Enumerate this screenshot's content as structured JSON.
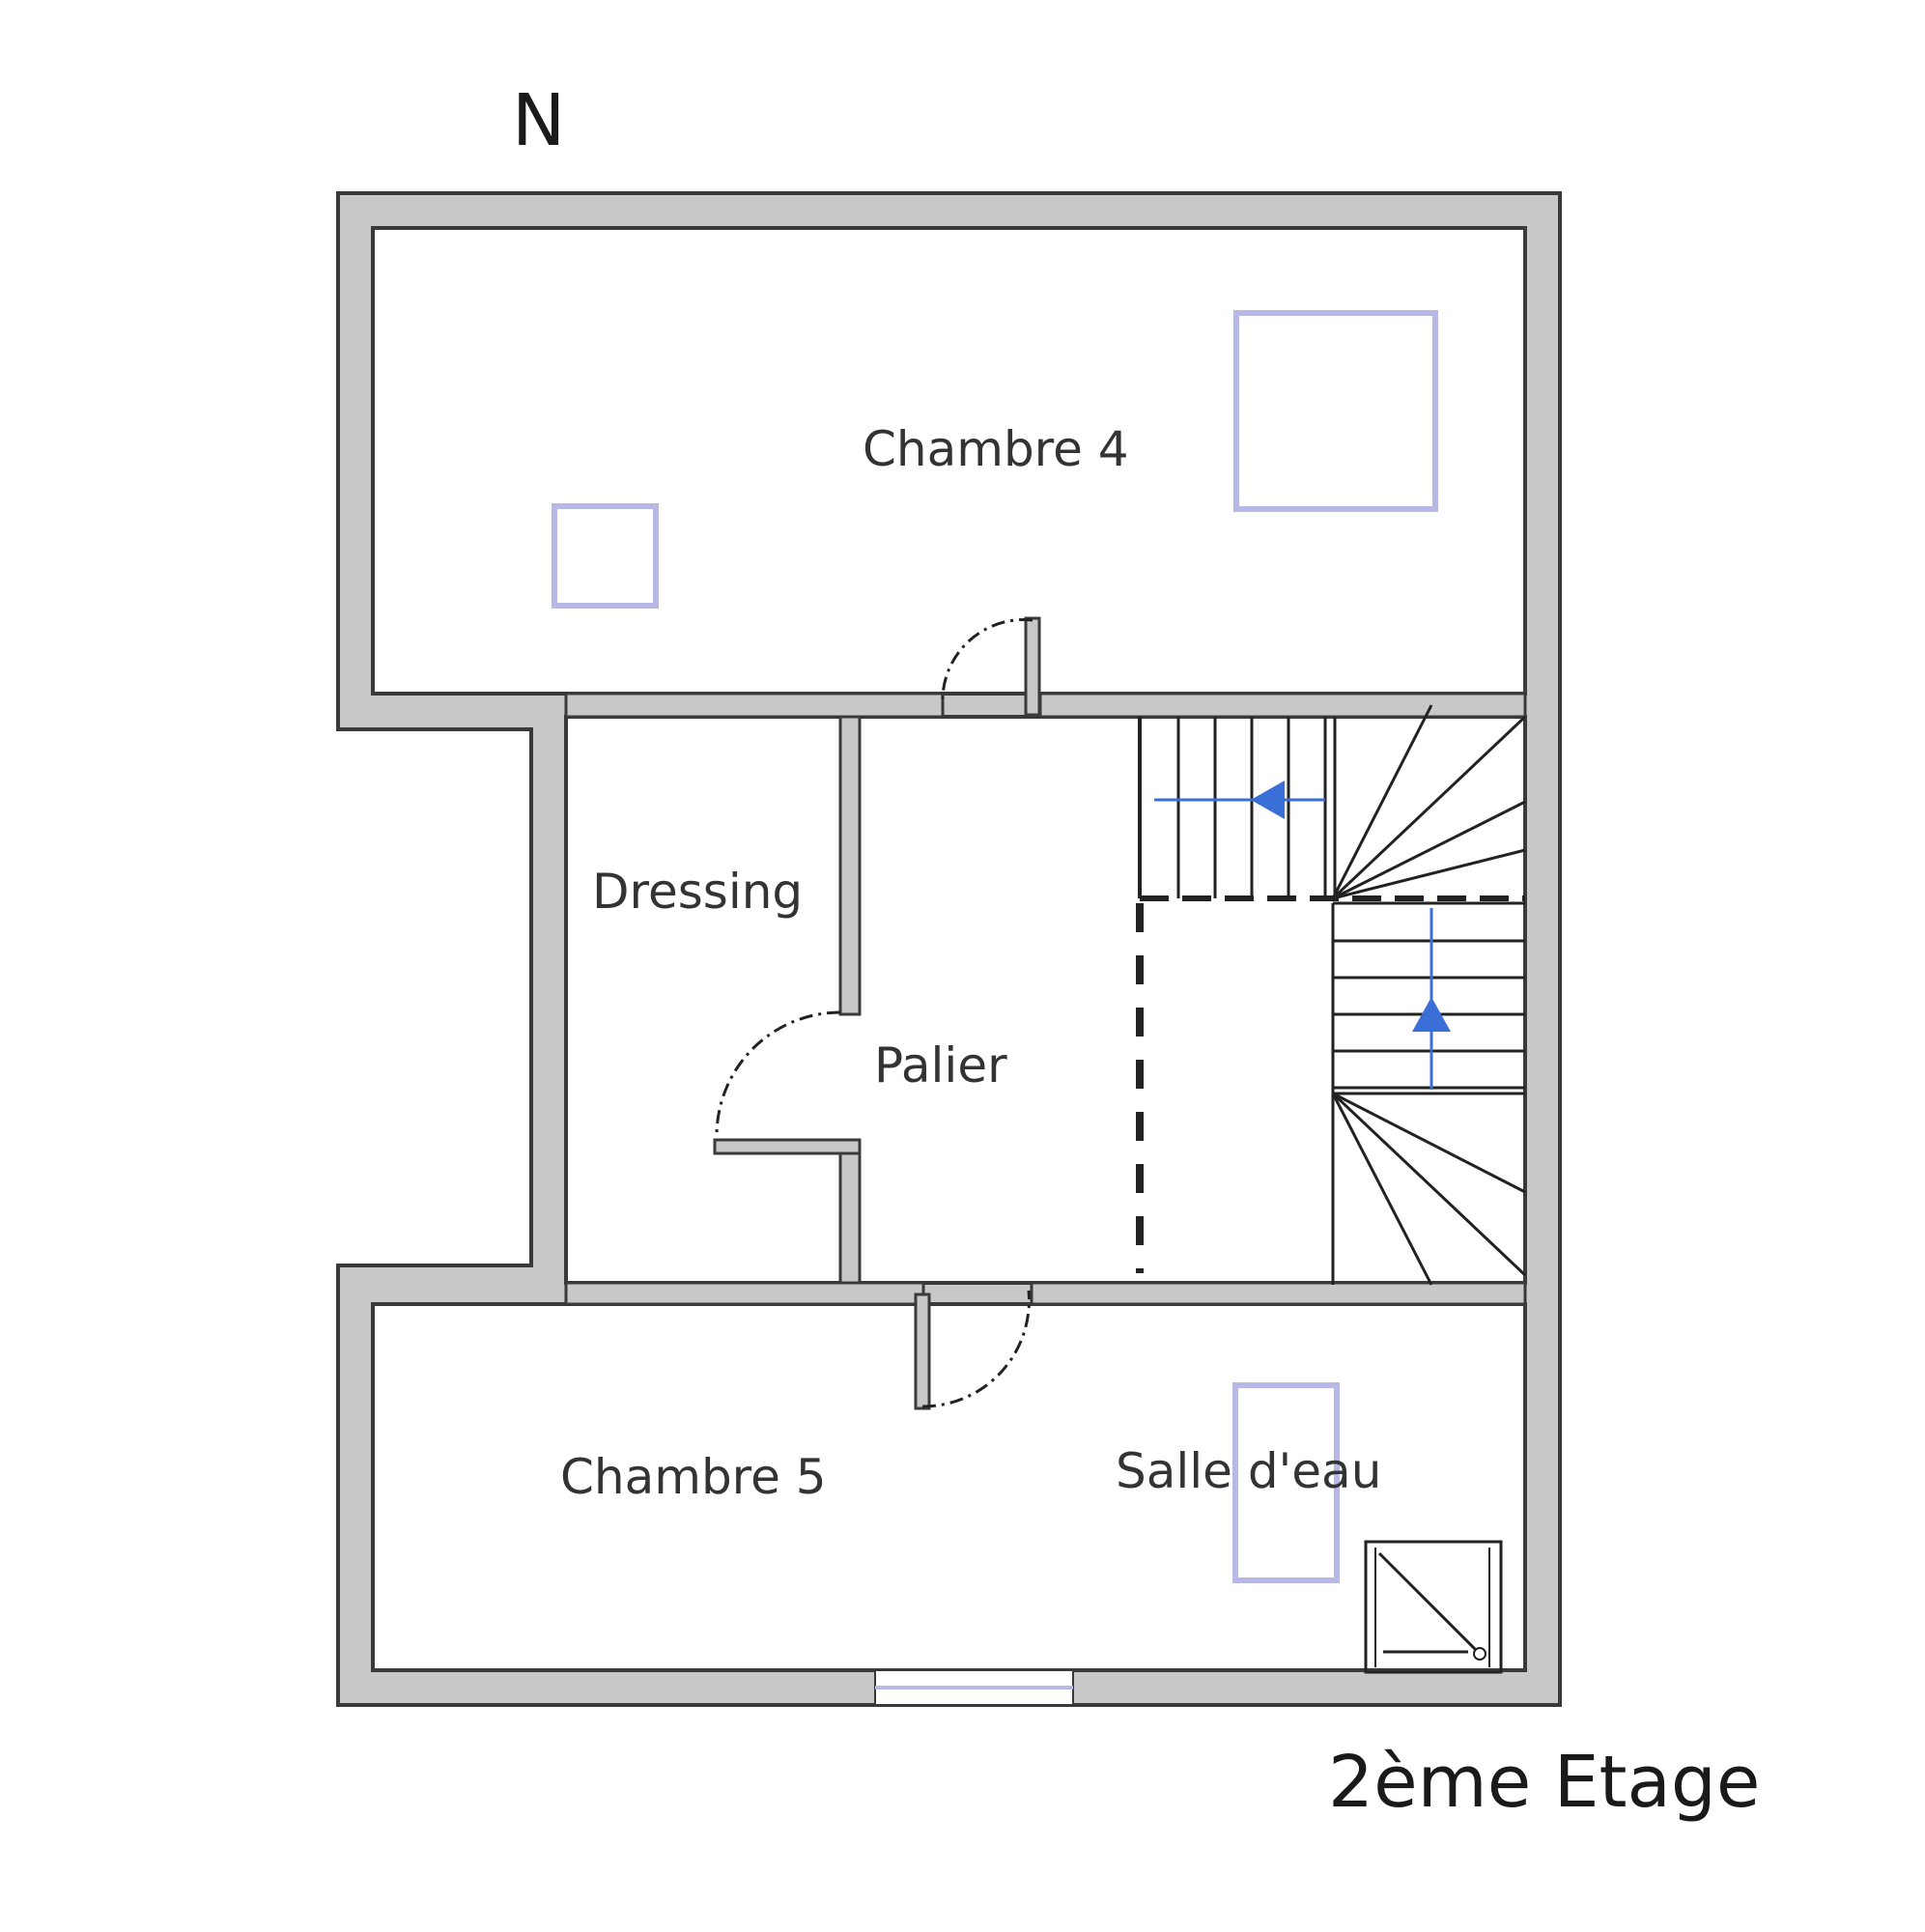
{
  "compass": {
    "label": "N"
  },
  "rooms": {
    "chambre4": "Chambre 4",
    "dressing": "Dressing",
    "palier": "Palier",
    "chambre5": "Chambre 5",
    "salle_eau": "Salle d'eau"
  },
  "floor_label": "2ème Etage",
  "colors": {
    "wall_fill": "#c8c8c8",
    "wall_stroke": "#3a3a3a",
    "window": "#b8b8e6",
    "arrow": "#3b6fd8",
    "text": "#333333"
  }
}
